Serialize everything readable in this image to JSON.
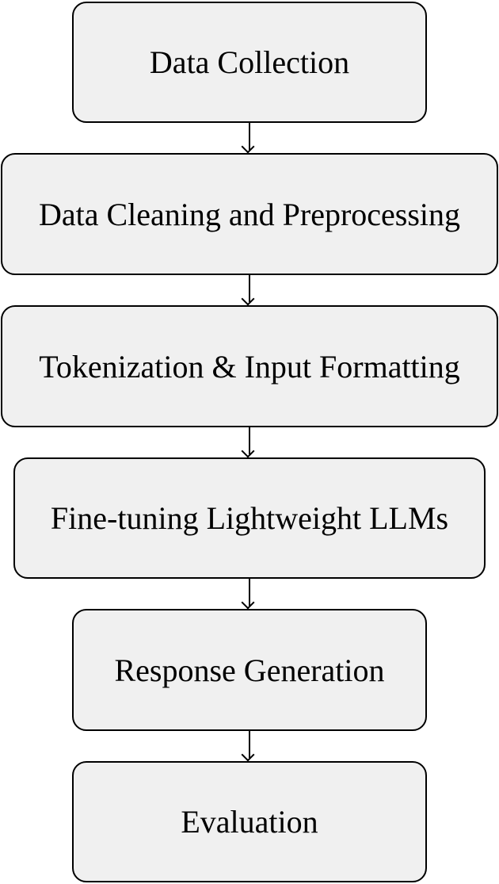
{
  "steps": [
    "Data Collection",
    "Data Cleaning and Preprocessing",
    "Tokenization & Input Formatting",
    "Fine-tuning Lightweight LLMs",
    "Response Generation",
    "Evaluation"
  ]
}
